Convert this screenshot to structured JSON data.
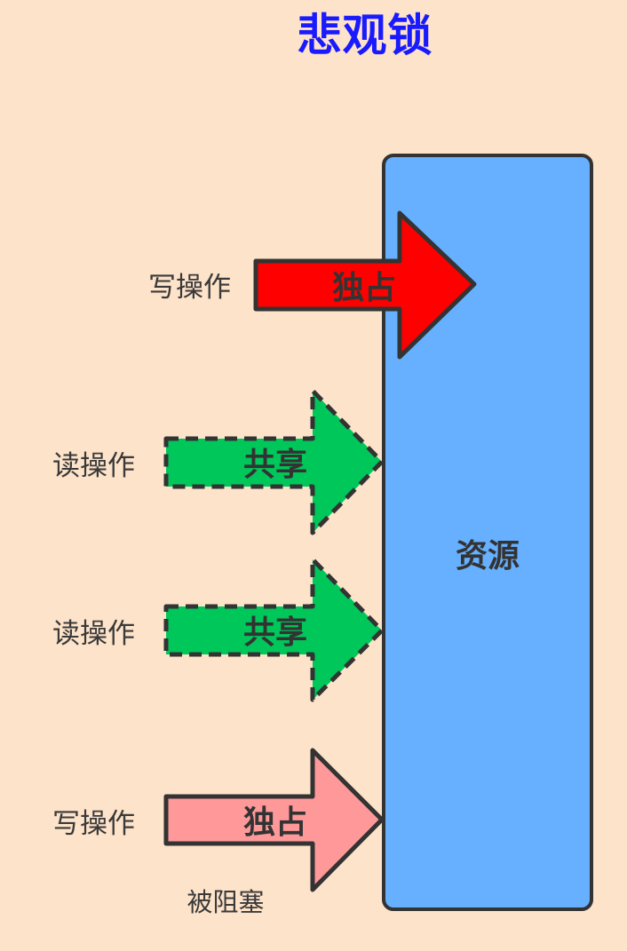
{
  "title": "悲观锁",
  "resource": {
    "label": "资源"
  },
  "operations": [
    {
      "op_label": "写操作",
      "arrow_label": "独占",
      "kind": "exclusive"
    },
    {
      "op_label": "读操作",
      "arrow_label": "共享",
      "kind": "shared"
    },
    {
      "op_label": "读操作",
      "arrow_label": "共享",
      "kind": "shared"
    },
    {
      "op_label": "写操作",
      "arrow_label": "独占",
      "kind": "blocked"
    }
  ],
  "blocked_note": "被阻塞",
  "colors": {
    "background": "#fde3c9",
    "title": "#1a1aff",
    "resource_fill": "#66b0ff",
    "exclusive_fill": "#ff0000",
    "shared_fill": "#00c75a",
    "blocked_fill": "#ff9999",
    "outline": "#333333"
  }
}
